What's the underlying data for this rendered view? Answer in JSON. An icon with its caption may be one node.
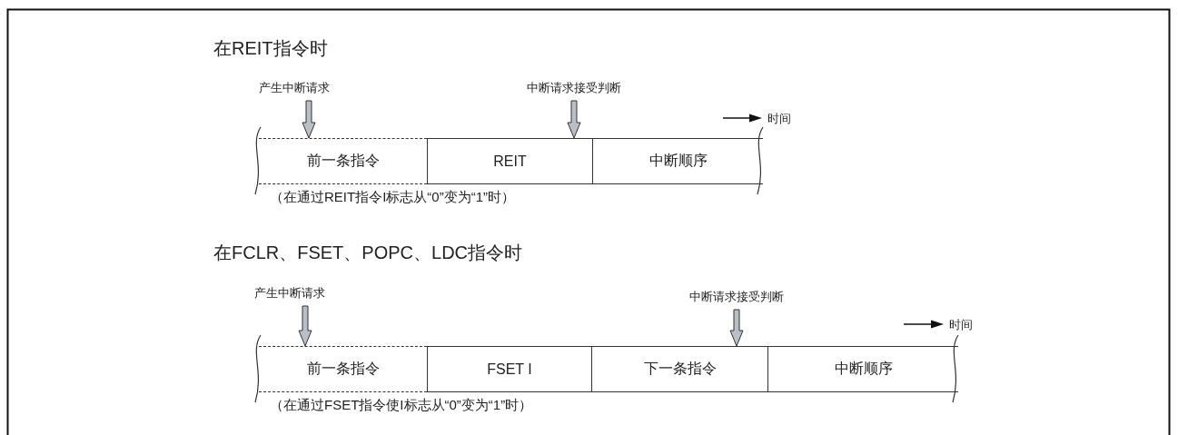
{
  "diagram": {
    "nodes": [
      {
        "text": [
          "产生中断请求"
        ]
      },
      {
        "text": [
          "中断请求接受判断"
        ]
      },
      {
        "text": [
          "前一条指令"
        ]
      },
      {
        "text": [
          "REIT"
        ]
      },
      {
        "text": [
          "中断顺序"
        ]
      },
      {
        "text": [
          "产生中断请求"
        ]
      },
      {
        "text": [
          "中断请求接受判断"
        ]
      },
      {
        "text": [
          "前一条指令"
        ]
      },
      {
        "text": [
          "FSET I"
        ]
      },
      {
        "text": [
          "下一条指令"
        ]
      },
      {
        "text": [
          "中断顺序"
        ]
      }
    ],
    "edges": [
      {
        "from": 0,
        "to": 2,
        "arrow": "to"
      },
      {
        "from": 1,
        "to": 3,
        "arrow": "to"
      },
      {
        "from": 5,
        "to": 7,
        "arrow": "to"
      },
      {
        "from": 6,
        "to": 9,
        "arrow": "to"
      }
    ],
    "labels": [
      "在REIT指令时",
      "时间",
      "（在通过REIT指令I标志从“0”变为“1”时）",
      "在FCLR、FSET、POPC、LDC指令时",
      "时间",
      "（在通过FSET指令使I标志从“0”变为“1”时）"
    ]
  }
}
